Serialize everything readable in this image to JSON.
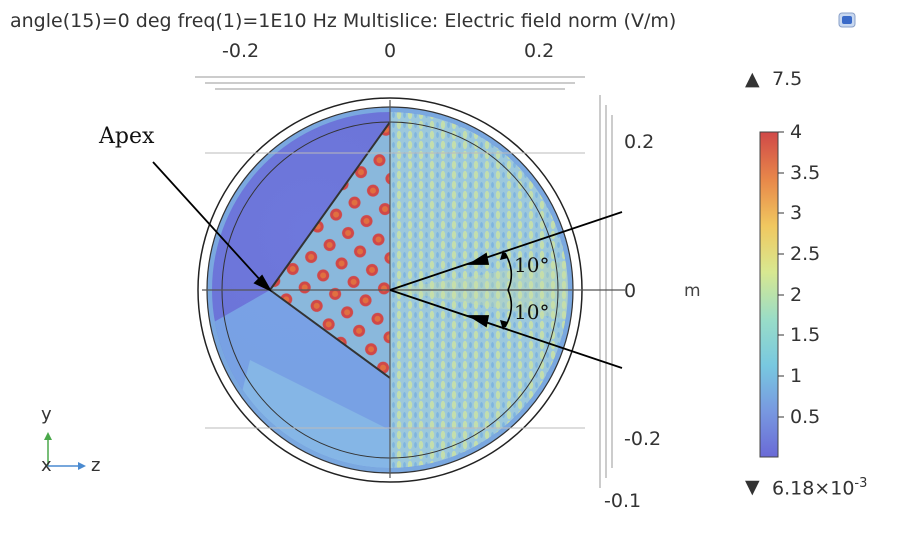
{
  "header": {
    "title": "angle(15)=0 deg freq(1)=1E10 Hz   Multislice: Electric field norm (V/m)",
    "icon": "legend-icon"
  },
  "axes": {
    "top_ticks": [
      "-0.2",
      "0",
      "0.2"
    ],
    "right_ticks": [
      "0.2",
      "0",
      "-0.2"
    ],
    "bottom_right_tick": "-0.1",
    "unit": "m",
    "triad": {
      "y": "y",
      "x": "x",
      "z": "z"
    }
  },
  "annotations": {
    "apex": "Apex",
    "angle_upper": "10°",
    "angle_lower": "10°"
  },
  "legend": {
    "max_marker": "▲",
    "max_value": "7.5",
    "min_marker": "▼",
    "min_value": "6.18×10",
    "min_exp": "-3",
    "colorbar_ticks": [
      "4",
      "3.5",
      "3",
      "2.5",
      "2",
      "1.5",
      "1",
      "0.5"
    ],
    "colors": [
      "#d04848",
      "#e8894a",
      "#f0c860",
      "#d8e890",
      "#98dcc8",
      "#78c8e0",
      "#7898e0",
      "#6a6ad6"
    ]
  }
}
